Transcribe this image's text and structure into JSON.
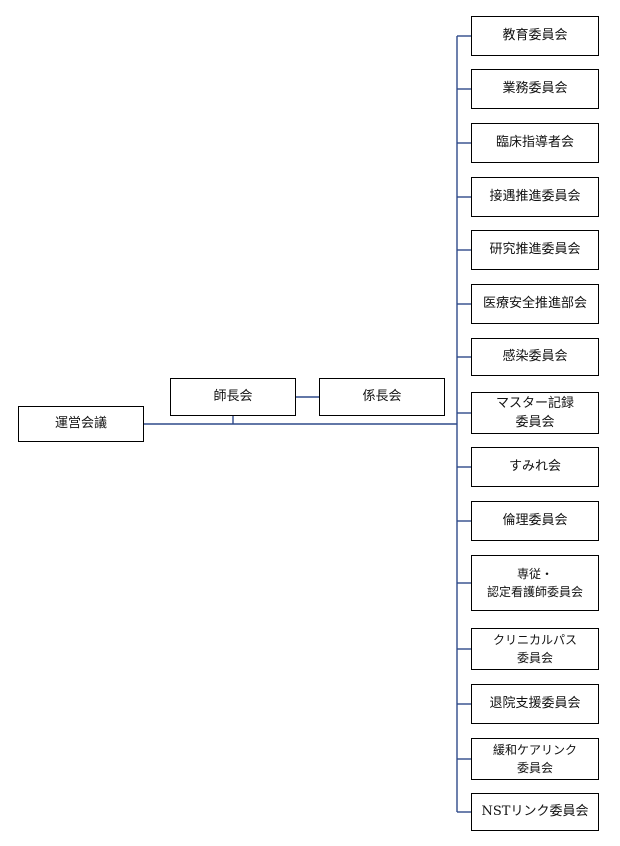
{
  "colors": {
    "connector": "#2f4a8a",
    "box_border": "#000000"
  },
  "root": "運営会議",
  "middle": "師長会",
  "side": "係長会",
  "committees": [
    {
      "lines": [
        "教育委員会"
      ]
    },
    {
      "lines": [
        "業務委員会"
      ]
    },
    {
      "lines": [
        "臨床指導者会"
      ]
    },
    {
      "lines": [
        "接遇推進委員会"
      ]
    },
    {
      "lines": [
        "研究推進委員会"
      ]
    },
    {
      "lines": [
        "医療安全推進部会"
      ]
    },
    {
      "lines": [
        "感染委員会"
      ]
    },
    {
      "lines": [
        "マスター記録",
        "委員会"
      ]
    },
    {
      "lines": [
        "すみれ会"
      ]
    },
    {
      "lines": [
        "倫理委員会"
      ]
    },
    {
      "lines": [
        "専従・",
        "認定看護師委員会"
      ]
    },
    {
      "lines": [
        "クリニカルパス",
        "委員会"
      ]
    },
    {
      "lines": [
        "退院支援委員会"
      ]
    },
    {
      "lines": [
        "緩和ケアリンク",
        "委員会"
      ]
    },
    {
      "lines": [
        "NSTリンク委員会"
      ]
    }
  ]
}
